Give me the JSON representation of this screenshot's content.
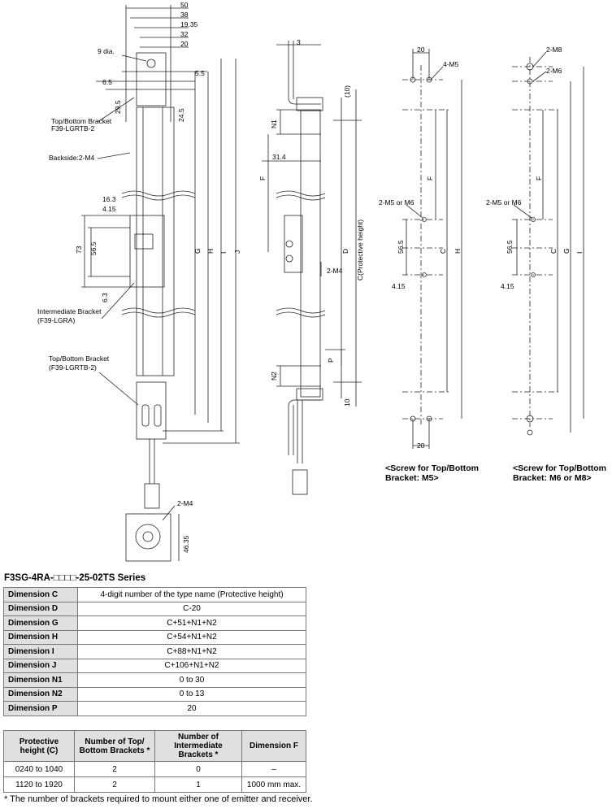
{
  "drawing": {
    "top_dims": [
      "50",
      "38",
      "19.35",
      "32",
      "20"
    ],
    "left_dims": [
      "9 dia.",
      "5.5",
      "6.5",
      "29.5",
      "24.5",
      "16.3",
      "4.15",
      "73",
      "56.5",
      "6.3"
    ],
    "callouts": [
      "Top/Bottom Bracket",
      "F39-LGRTB-2",
      "Backside:2-M4",
      "Intermediate Bracket",
      "(F39-LGRA)",
      "Top/Bottom Bracket",
      "(F39-LGRTB-2)",
      "2-M4",
      "46.35"
    ],
    "main_dims": [
      "G",
      "H",
      "I",
      "J"
    ],
    "side_dims": [
      "3",
      "(10)",
      "N1",
      "31.4",
      "F",
      "D",
      "C(Protective height)",
      "2-M4",
      "P",
      "N2",
      "10"
    ],
    "screw_left_dims": [
      "20",
      "4-M5",
      "F",
      "2-M5 or M6",
      "56.5",
      "C",
      "H",
      "4.15",
      "20"
    ],
    "screw_right_dims": [
      "2-M8",
      "2-M6",
      "F",
      "2-M5 or M6",
      "56.5",
      "C",
      "G",
      "I",
      "4.15"
    ],
    "caption_m5": [
      "<Screw for Top/Bottom",
      "Bracket: M5>"
    ],
    "caption_m6": [
      "<Screw for Top/Bottom",
      "Bracket: M6 or M8>"
    ]
  },
  "series_title": "F3SG-4RA-□□□□-25-02TS Series",
  "dimension_table": [
    {
      "name": "Dimension C",
      "value": "4-digit number of the type name (Protective height)"
    },
    {
      "name": "Dimension D",
      "value": "C-20"
    },
    {
      "name": "Dimension G",
      "value": "C+51+N1+N2"
    },
    {
      "name": "Dimension H",
      "value": "C+54+N1+N2"
    },
    {
      "name": "Dimension I",
      "value": "C+88+N1+N2"
    },
    {
      "name": "Dimension J",
      "value": "C+106+N1+N2"
    },
    {
      "name": "Dimension N1",
      "value": "0 to 30"
    },
    {
      "name": "Dimension N2",
      "value": "0 to 13"
    },
    {
      "name": "Dimension P",
      "value": "20"
    }
  ],
  "bracket_table": {
    "headers": [
      "Protective height (C)",
      "Number of Top/ Bottom Brackets *",
      "Number of Intermediate Brackets *",
      "Dimension F"
    ],
    "rows": [
      [
        "0240 to 1040",
        "2",
        "0",
        "–"
      ],
      [
        "1120 to 1920",
        "2",
        "1",
        "1000 mm max."
      ]
    ]
  },
  "footnote": "* The number of brackets required to mount either one of emitter and receiver."
}
